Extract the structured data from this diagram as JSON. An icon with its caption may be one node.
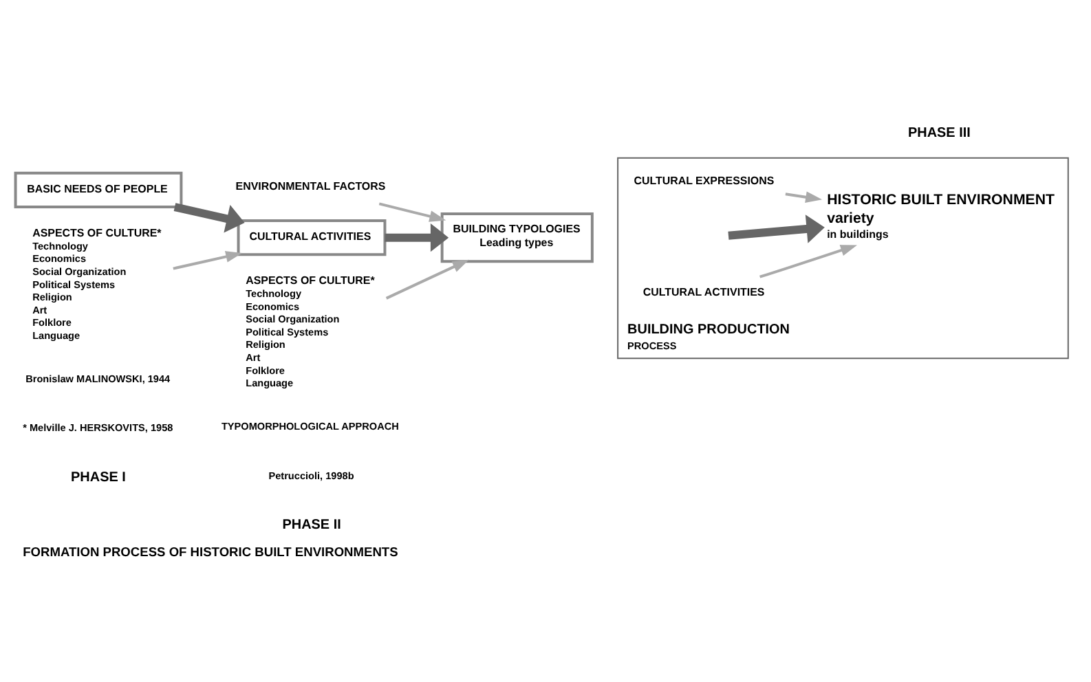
{
  "diagram": {
    "caption": "FORMATION PROCESS OF HISTORIC BUILT ENVIRONMENTS",
    "nodes": [
      {
        "text": [
          "BASIC NEEDS OF PEOPLE"
        ]
      },
      {
        "text": [
          "CULTURAL ACTIVITIES"
        ]
      },
      {
        "text": [
          "ASPECTS OF CULTURE*",
          "Technology",
          "Economics",
          "Social Organization",
          "Political Systems",
          "Religion",
          "Art",
          "Folklore",
          "Language"
        ]
      },
      {
        "text": [
          "ENVIRONMENTAL FACTORS"
        ]
      },
      {
        "text": [
          "BUILDING TYPOLOGIES",
          "Leading types"
        ]
      },
      {
        "text": [
          "ASPECTS OF CULTURE*",
          "Technology",
          "Economics",
          "Social Organization",
          "Political Systems",
          "Religion",
          "Art",
          "Folklore",
          "Language"
        ]
      },
      {
        "text": [
          "BUILDING PRODUCTION",
          "PROCESS"
        ]
      },
      {
        "text": [
          "CULTURAL ACTIVITIES"
        ],
        "in": 6
      },
      {
        "text": [
          "HISTORIC BUILT ENVIRONMENT",
          "variety",
          "in buildings"
        ],
        "in": 6
      },
      {
        "text": [
          "CULTURAL EXPRESSIONS"
        ],
        "in": 6
      }
    ],
    "edges": [
      {
        "from": 0,
        "to": 1,
        "arrow": "to",
        "style": "thick",
        "color": "#666666"
      },
      {
        "from": 2,
        "to": 1,
        "arrow": "to"
      },
      {
        "from": 1,
        "to": 4,
        "arrow": "to",
        "style": "thick",
        "color": "#666666"
      },
      {
        "from": 3,
        "to": 4,
        "arrow": "to"
      },
      {
        "from": 5,
        "to": 4,
        "arrow": "to"
      },
      {
        "from": null,
        "to": 8,
        "arrow": "to",
        "style": "thick",
        "color": "#666666"
      },
      {
        "from": 7,
        "to": 8,
        "arrow": "to"
      },
      {
        "from": 9,
        "to": 8,
        "arrow": "to"
      }
    ],
    "labels": [
      "Bronislaw MALINOWSKI, 1944",
      "* Melville J. HERSKOVITS, 1958",
      "TYPOMORPHOLOGICAL APPROACH",
      "Petruccioli, 1998b",
      "PHASE I",
      "PHASE II",
      "PHASE III"
    ]
  }
}
